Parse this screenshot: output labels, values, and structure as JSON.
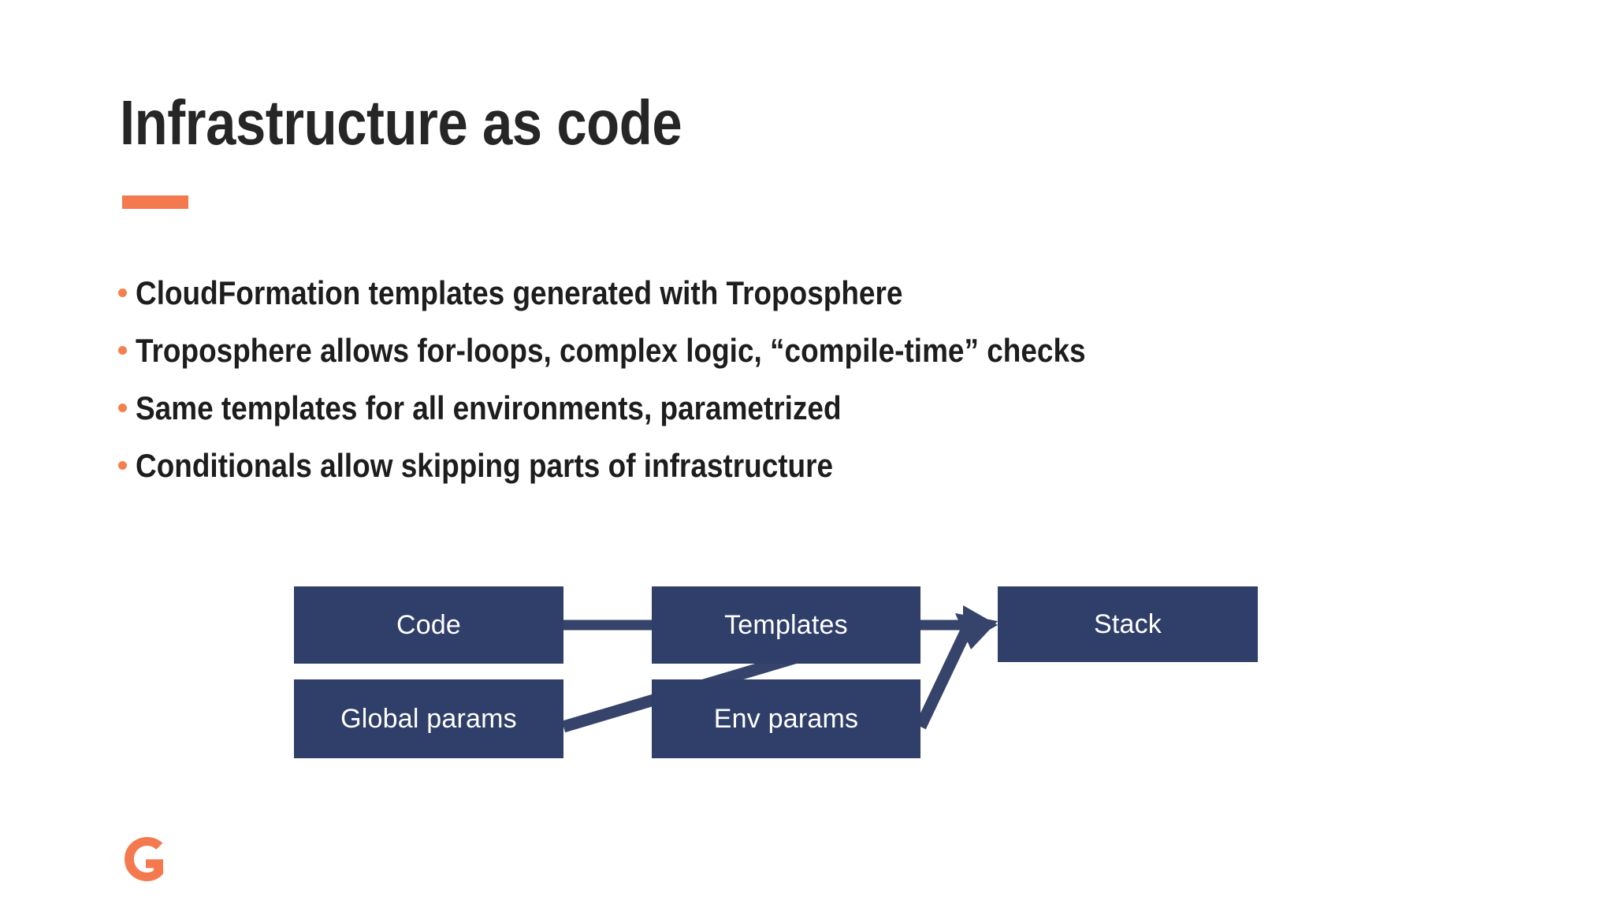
{
  "slide": {
    "title": "Infrastructure as code",
    "background_color": "#FFFFFF",
    "accent_color": "#F5794E",
    "title_color": "#262626",
    "body_text_color": "#1D1D1D"
  },
  "bullets": [
    {
      "text": "CloudFormation templates generated with Troposphere"
    },
    {
      "text": "Troposphere allows for-loops, complex logic, “compile-time” checks"
    },
    {
      "text": "Same templates for all environments, parametrized"
    },
    {
      "text": "Conditionals allow skipping parts of infrastructure"
    }
  ],
  "diagram": {
    "node_fill_color": "#303F69",
    "node_text_color": "#FFFFFF",
    "arrow_color": "#36436B",
    "nodes": [
      {
        "id": "code",
        "label": "Code"
      },
      {
        "id": "global_params",
        "label": "Global params"
      },
      {
        "id": "templates",
        "label": "Templates"
      },
      {
        "id": "env_params",
        "label": "Env params"
      },
      {
        "id": "stack",
        "label": "Stack"
      }
    ],
    "edges": [
      {
        "from": "Code",
        "to": "Templates"
      },
      {
        "from": "Global params",
        "to": "Templates"
      },
      {
        "from": "Templates",
        "to": "Stack"
      },
      {
        "from": "Env params",
        "to": "Stack"
      }
    ]
  },
  "logo": {
    "name": "g-logo",
    "letter": "G",
    "color": "#F5794E"
  }
}
